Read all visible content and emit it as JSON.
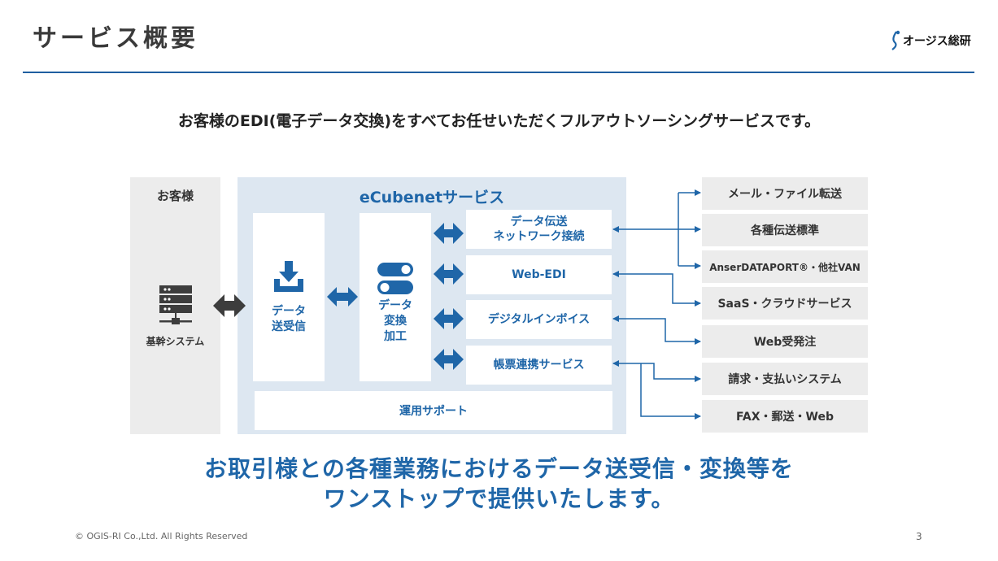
{
  "header": {
    "title": "サービス概要",
    "logo_text": "オージス総研"
  },
  "lead_text": "お客様のEDI(電子データ交換)をすべてお任せいただくフルアウトソーシングサービスです。",
  "diagram": {
    "customer": {
      "label": "お客様",
      "system_label": "基幹システム"
    },
    "ecubenet": {
      "title": "eCubenetサービス",
      "receive_label_1": "データ",
      "receive_label_2": "送受信",
      "convert_label_1": "データ",
      "convert_label_2": "変換",
      "convert_label_3": "加工",
      "services": {
        "network_1": "データ伝送",
        "network_2": "ネットワーク接続",
        "webedi": "Web-EDI",
        "invoice": "デジタルインボイス",
        "forms": "帳票連携サービス"
      },
      "support": "運用サポート"
    },
    "external": {
      "mail": "メール・ファイル転送",
      "standards": "各種伝送標準",
      "anser": "AnserDATAPORT®・他社VAN",
      "saas": "SaaS・クラウドサービス",
      "web_order": "Web受発注",
      "billing": "請求・支払いシステム",
      "fax": "FAX・郵送・Web"
    }
  },
  "bottom_message_1": "お取引様との各種業務におけるデータ送受信・変換等を",
  "bottom_message_2": "ワンストップで提供いたします。",
  "footer": {
    "copyright": "© OGIS-RI Co.,Ltd. All Rights Reserved",
    "page_number": "3"
  },
  "colors": {
    "accent": "#1f66a8",
    "panel_blue": "#dde7f1",
    "panel_gray": "#ececec",
    "rule": "#1f5fa0"
  }
}
